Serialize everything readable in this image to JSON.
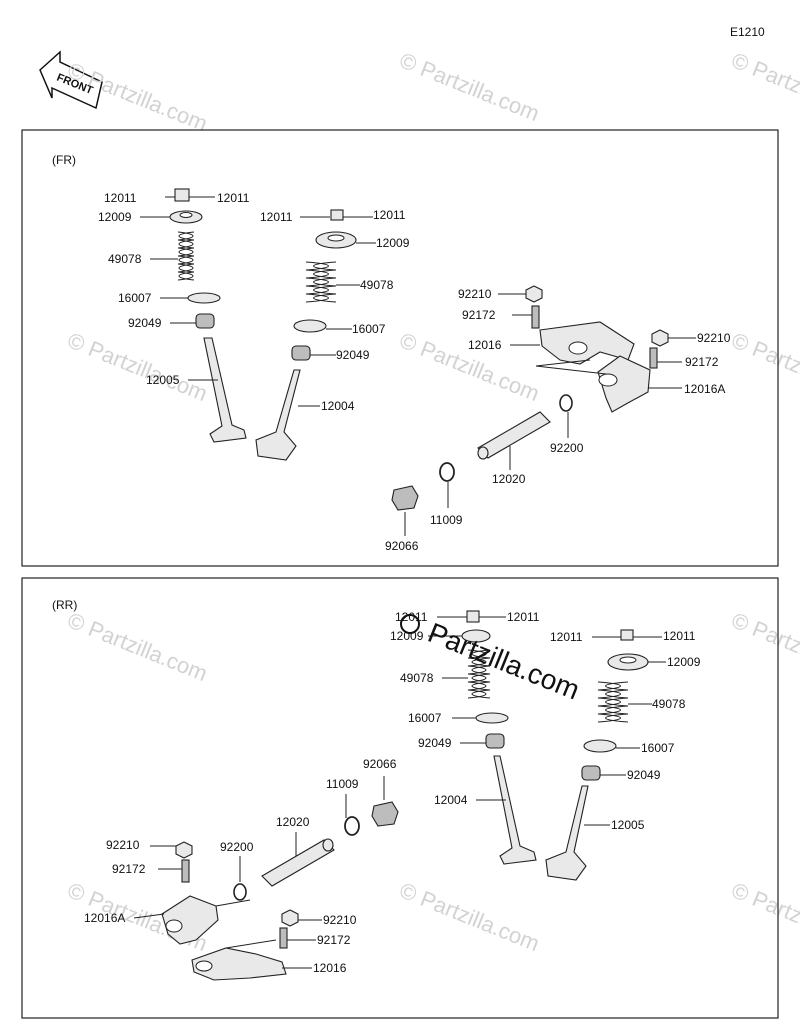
{
  "diagram_code": "E1210",
  "front_arrow_text": "FRONT",
  "watermark": "© Partzilla.com",
  "watermark_bold": "Partzilla.com",
  "sections": [
    {
      "label": "(FR)",
      "callouts": [
        "12011",
        "12011",
        "12009",
        "49078",
        "16007",
        "92049",
        "12005",
        "12011",
        "12011",
        "12009",
        "49078",
        "16007",
        "92049",
        "12004",
        "92210",
        "92172",
        "12016",
        "92210",
        "92172",
        "12016A",
        "92200",
        "12020",
        "11009",
        "92066"
      ]
    },
    {
      "label": "(RR)",
      "callouts": [
        "12011",
        "12011",
        "12009",
        "49078",
        "16007",
        "92049",
        "12004",
        "12011",
        "12011",
        "12009",
        "49078",
        "16007",
        "92049",
        "12005",
        "92066",
        "11009",
        "12020",
        "92200",
        "92210",
        "92172",
        "12016A",
        "92210",
        "92172",
        "12016"
      ]
    }
  ]
}
